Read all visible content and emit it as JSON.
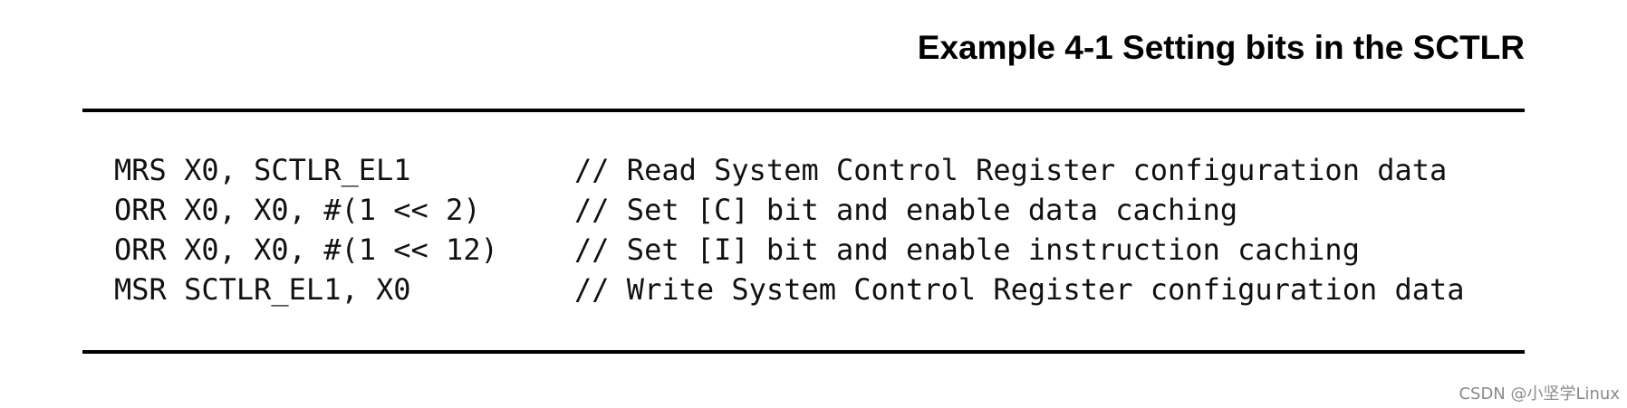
{
  "title": "Example 4-1 Setting bits in the SCTLR",
  "code": [
    {
      "instr": "MRS X0, SCTLR_EL1",
      "comment": "// Read System Control Register configuration data"
    },
    {
      "instr": "ORR X0, X0, #(1 << 2)",
      "comment": "// Set [C] bit and enable data caching"
    },
    {
      "instr": "ORR X0, X0, #(1 << 12)",
      "comment": "// Set [I] bit and enable instruction caching"
    },
    {
      "instr": "MSR SCTLR_EL1, X0",
      "comment": "// Write System Control Register configuration data"
    }
  ],
  "watermark": "CSDN @小坚学Linux"
}
